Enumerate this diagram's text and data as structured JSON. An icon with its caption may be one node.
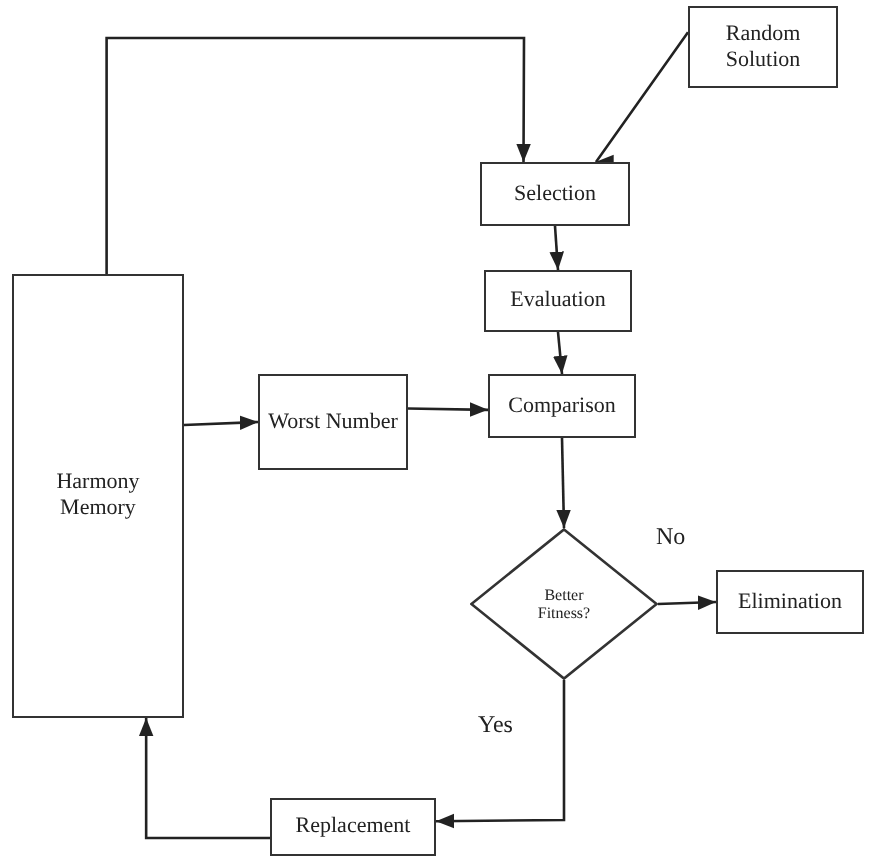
{
  "diagram": {
    "nodes": [
      {
        "text": [
          "Random Solution"
        ]
      },
      {
        "text": [
          "Selection"
        ]
      },
      {
        "text": [
          "Evaluation"
        ]
      },
      {
        "text": [
          "Harmony Memory"
        ]
      },
      {
        "text": [
          "Worst Number"
        ]
      },
      {
        "text": [
          "Comparison"
        ]
      },
      {
        "text": [
          "Better Fitness?"
        ]
      },
      {
        "text": [
          "Elimination"
        ]
      },
      {
        "text": [
          "Replacement"
        ]
      }
    ],
    "edges": [
      {
        "from": 3,
        "to": 1,
        "arrow": "to"
      },
      {
        "from": 0,
        "to": 1,
        "arrow": "to"
      },
      {
        "from": 1,
        "to": 2,
        "arrow": "to"
      },
      {
        "from": 2,
        "to": 5,
        "arrow": "to"
      },
      {
        "from": 3,
        "to": 4,
        "arrow": "to"
      },
      {
        "from": 4,
        "to": 5,
        "arrow": "to"
      },
      {
        "from": 5,
        "to": 6,
        "arrow": "to"
      },
      {
        "from": 6,
        "to": 7,
        "label": "No",
        "arrow": "to"
      },
      {
        "from": 6,
        "to": 8,
        "label": "Yes",
        "arrow": "to"
      },
      {
        "from": 8,
        "to": 3,
        "arrow": "to"
      }
    ]
  }
}
